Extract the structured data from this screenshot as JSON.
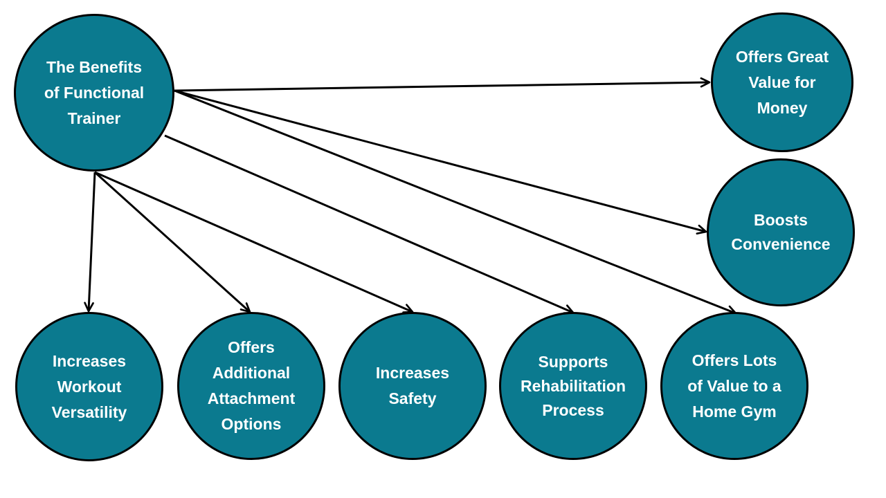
{
  "diagram": {
    "hub": {
      "label": "The Benefits\nof Functional\nTrainer"
    },
    "nodes": [
      {
        "id": "value-money",
        "label": "Offers Great\nValue for\nMoney"
      },
      {
        "id": "convenience",
        "label": "Boosts\nConvenience"
      },
      {
        "id": "versatility",
        "label": "Increases\nWorkout\nVersatility"
      },
      {
        "id": "attachments",
        "label": "Offers\nAdditional\nAttachment\nOptions"
      },
      {
        "id": "safety",
        "label": "Increases\nSafety"
      },
      {
        "id": "rehab",
        "label": "Supports\nRehabilitation\nProcess"
      },
      {
        "id": "home-gym",
        "label": "Offers Lots\nof Value to a\nHome Gym"
      }
    ],
    "edges": [
      {
        "from": "hub",
        "to": "value-money"
      },
      {
        "from": "hub",
        "to": "convenience"
      },
      {
        "from": "hub",
        "to": "home-gym"
      },
      {
        "from": "hub",
        "to": "rehab"
      },
      {
        "from": "hub",
        "to": "safety"
      },
      {
        "from": "hub",
        "to": "attachments"
      },
      {
        "from": "hub",
        "to": "versatility"
      }
    ],
    "colors": {
      "node_fill": "#0b7a8f",
      "node_border": "#000000",
      "text": "#ffffff",
      "arrow": "#000000"
    }
  }
}
